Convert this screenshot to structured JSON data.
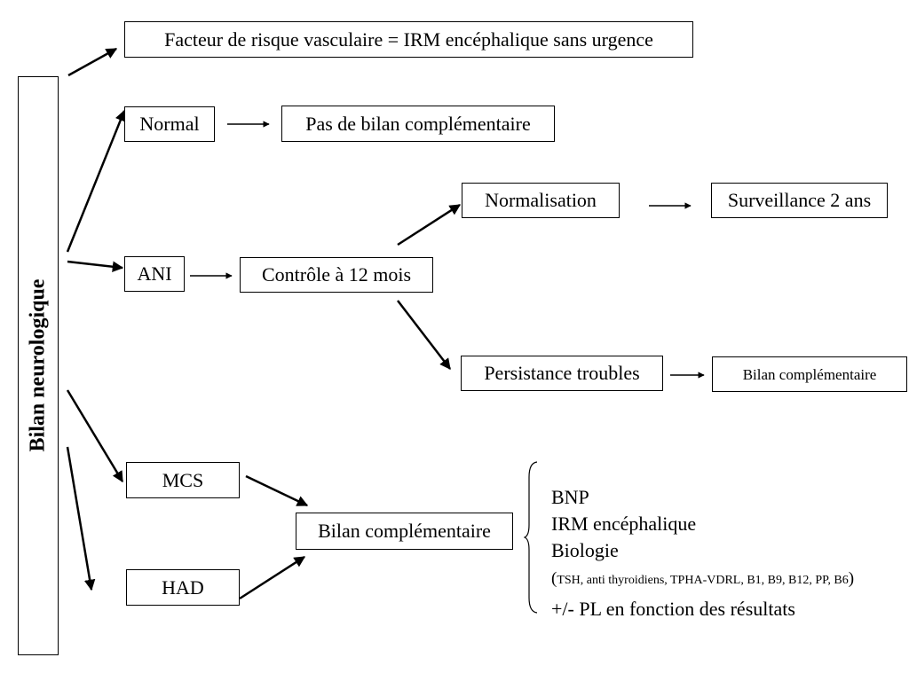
{
  "root": {
    "label": "Bilan neurologique"
  },
  "nodes": {
    "vascular": "Facteur de risque vasculaire = IRM encéphalique sans urgence",
    "normal": "Normal",
    "no_workup": "Pas de bilan complémentaire",
    "ani": "ANI",
    "control": "Contrôle à 12 mois",
    "normalisation": "Normalisation",
    "surveillance": "Surveillance 2 ans",
    "persistence": "Persistance troubles",
    "workup_small": "Bilan complémentaire",
    "mcs": "MCS",
    "had": "HAD",
    "workup": "Bilan complémentaire"
  },
  "workup_list": {
    "items": [
      "BNP",
      "IRM encéphalique",
      "Biologie"
    ],
    "biology_detail": {
      "open": "(",
      "text": "TSH, anti thyroidiens, TPHA-VDRL, B1, B9, B12, PP, B6",
      "close": ")"
    },
    "pl_note": "+/- PL en fonction des résultats"
  },
  "colors": {
    "line": "#000000",
    "background": "#ffffff"
  }
}
